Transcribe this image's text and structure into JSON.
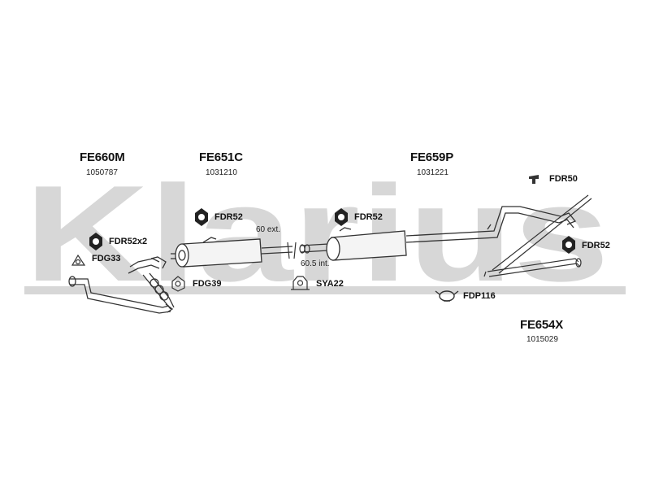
{
  "watermark": "Klarius",
  "assemblies": [
    {
      "code": "FE660M",
      "number": "1050787"
    },
    {
      "code": "FE651C",
      "number": "1031210"
    },
    {
      "code": "FE659P",
      "number": "1031221"
    },
    {
      "code": "FE654X",
      "number": "1015029"
    }
  ],
  "parts": {
    "fdr52x2": "FDR52x2",
    "fdg33": "FDG33",
    "fdg39": "FDG39",
    "fdr52_a": "FDR52",
    "fdr52_b": "FDR52",
    "fdr52_c": "FDR52",
    "fdr50": "FDR50",
    "sya22": "SYA22",
    "fdp116": "FDP116"
  },
  "notes": {
    "ext": "60 ext.",
    "int": "60.5 int."
  }
}
